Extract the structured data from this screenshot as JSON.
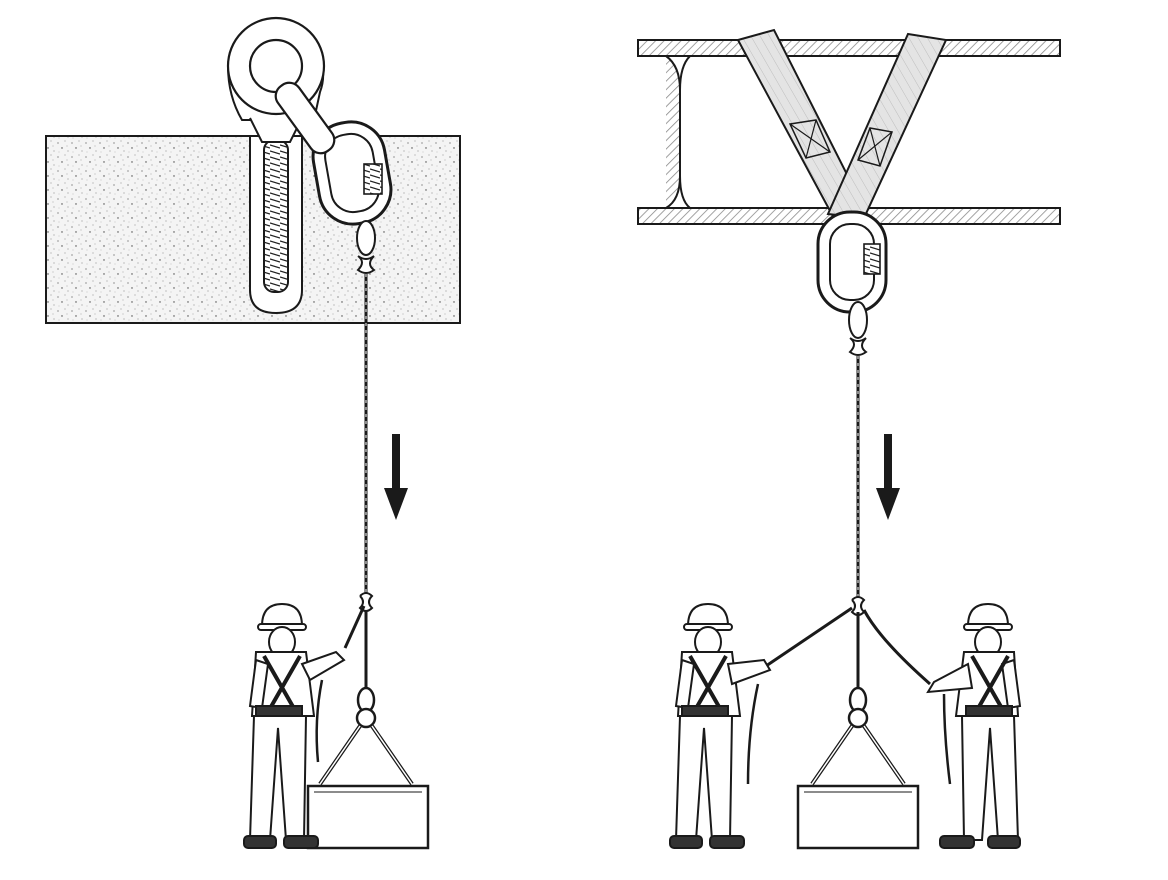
{
  "diagram": {
    "panels": [
      {
        "id": "left",
        "anchor": "concrete-eyebolt",
        "connector": "carabiner",
        "workers": 1,
        "load": "box-with-sling"
      },
      {
        "id": "right",
        "anchor": "ibeam-sling",
        "connector": "carabiner",
        "workers": 2,
        "load": "box-with-sling"
      }
    ],
    "arrows": 2,
    "colors": {
      "ink": "#1a1a1a",
      "paper": "#ffffff",
      "concrete": "#f2f2f2",
      "steel_hatch": "#9a9a9a"
    }
  }
}
